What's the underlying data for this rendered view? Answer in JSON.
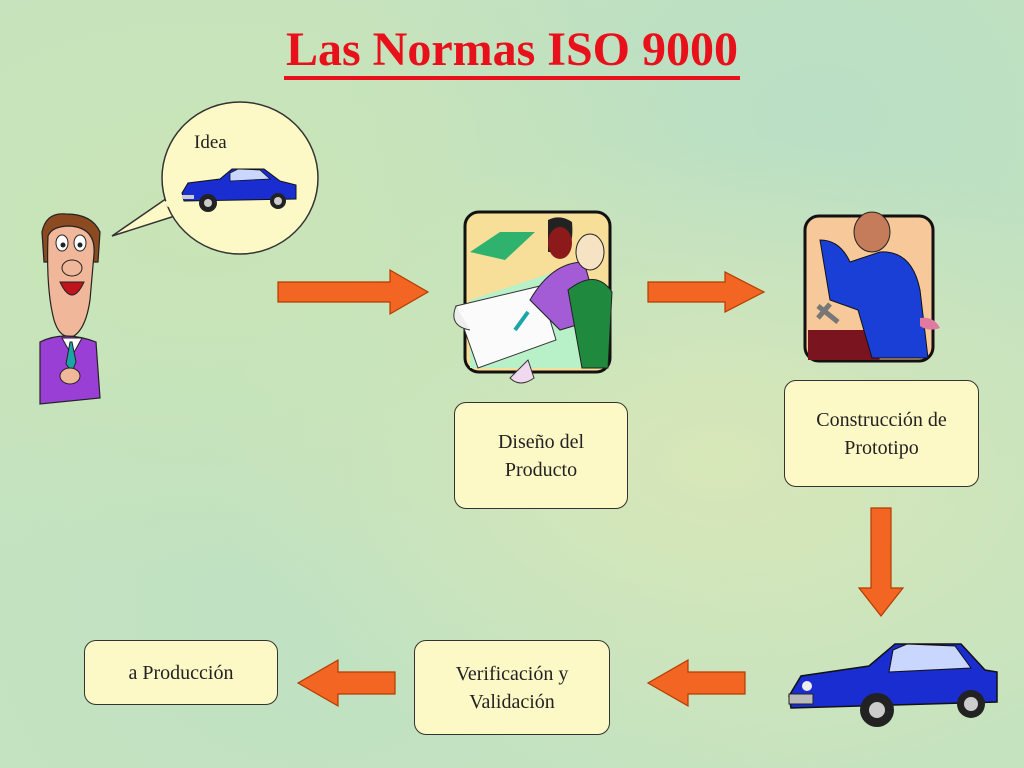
{
  "title": "Las Normas ISO 9000",
  "bubble_label": "Idea",
  "boxes": {
    "diseno": "Diseño del Producto",
    "construccion": "Construcción de Prototipo",
    "verificacion": "Verificación y Validación",
    "produccion": "a Producción"
  },
  "colors": {
    "title": "#e8101a",
    "arrow_fill": "#f26522",
    "box_fill": "#fdf9c7"
  }
}
